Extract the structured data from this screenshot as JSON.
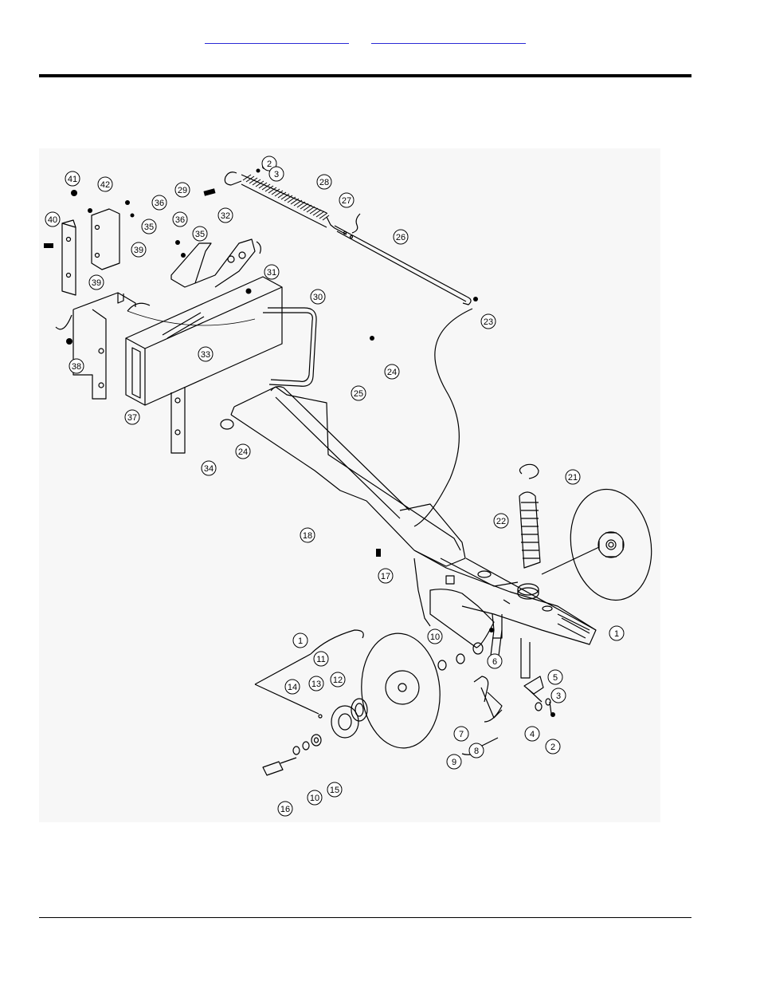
{
  "header": {
    "links": [
      "",
      ""
    ]
  },
  "diagram": {
    "callouts": [
      "1",
      "1",
      "2",
      "2",
      "3",
      "3",
      "4",
      "5",
      "6",
      "7",
      "8",
      "9",
      "10",
      "10",
      "11",
      "12",
      "13",
      "14",
      "15",
      "16",
      "17",
      "18",
      "21",
      "22",
      "23",
      "24",
      "24",
      "25",
      "26",
      "27",
      "28",
      "29",
      "30",
      "31",
      "32",
      "33",
      "34",
      "35",
      "35",
      "36",
      "36",
      "37",
      "38",
      "39",
      "39",
      "40",
      "41",
      "42"
    ]
  }
}
